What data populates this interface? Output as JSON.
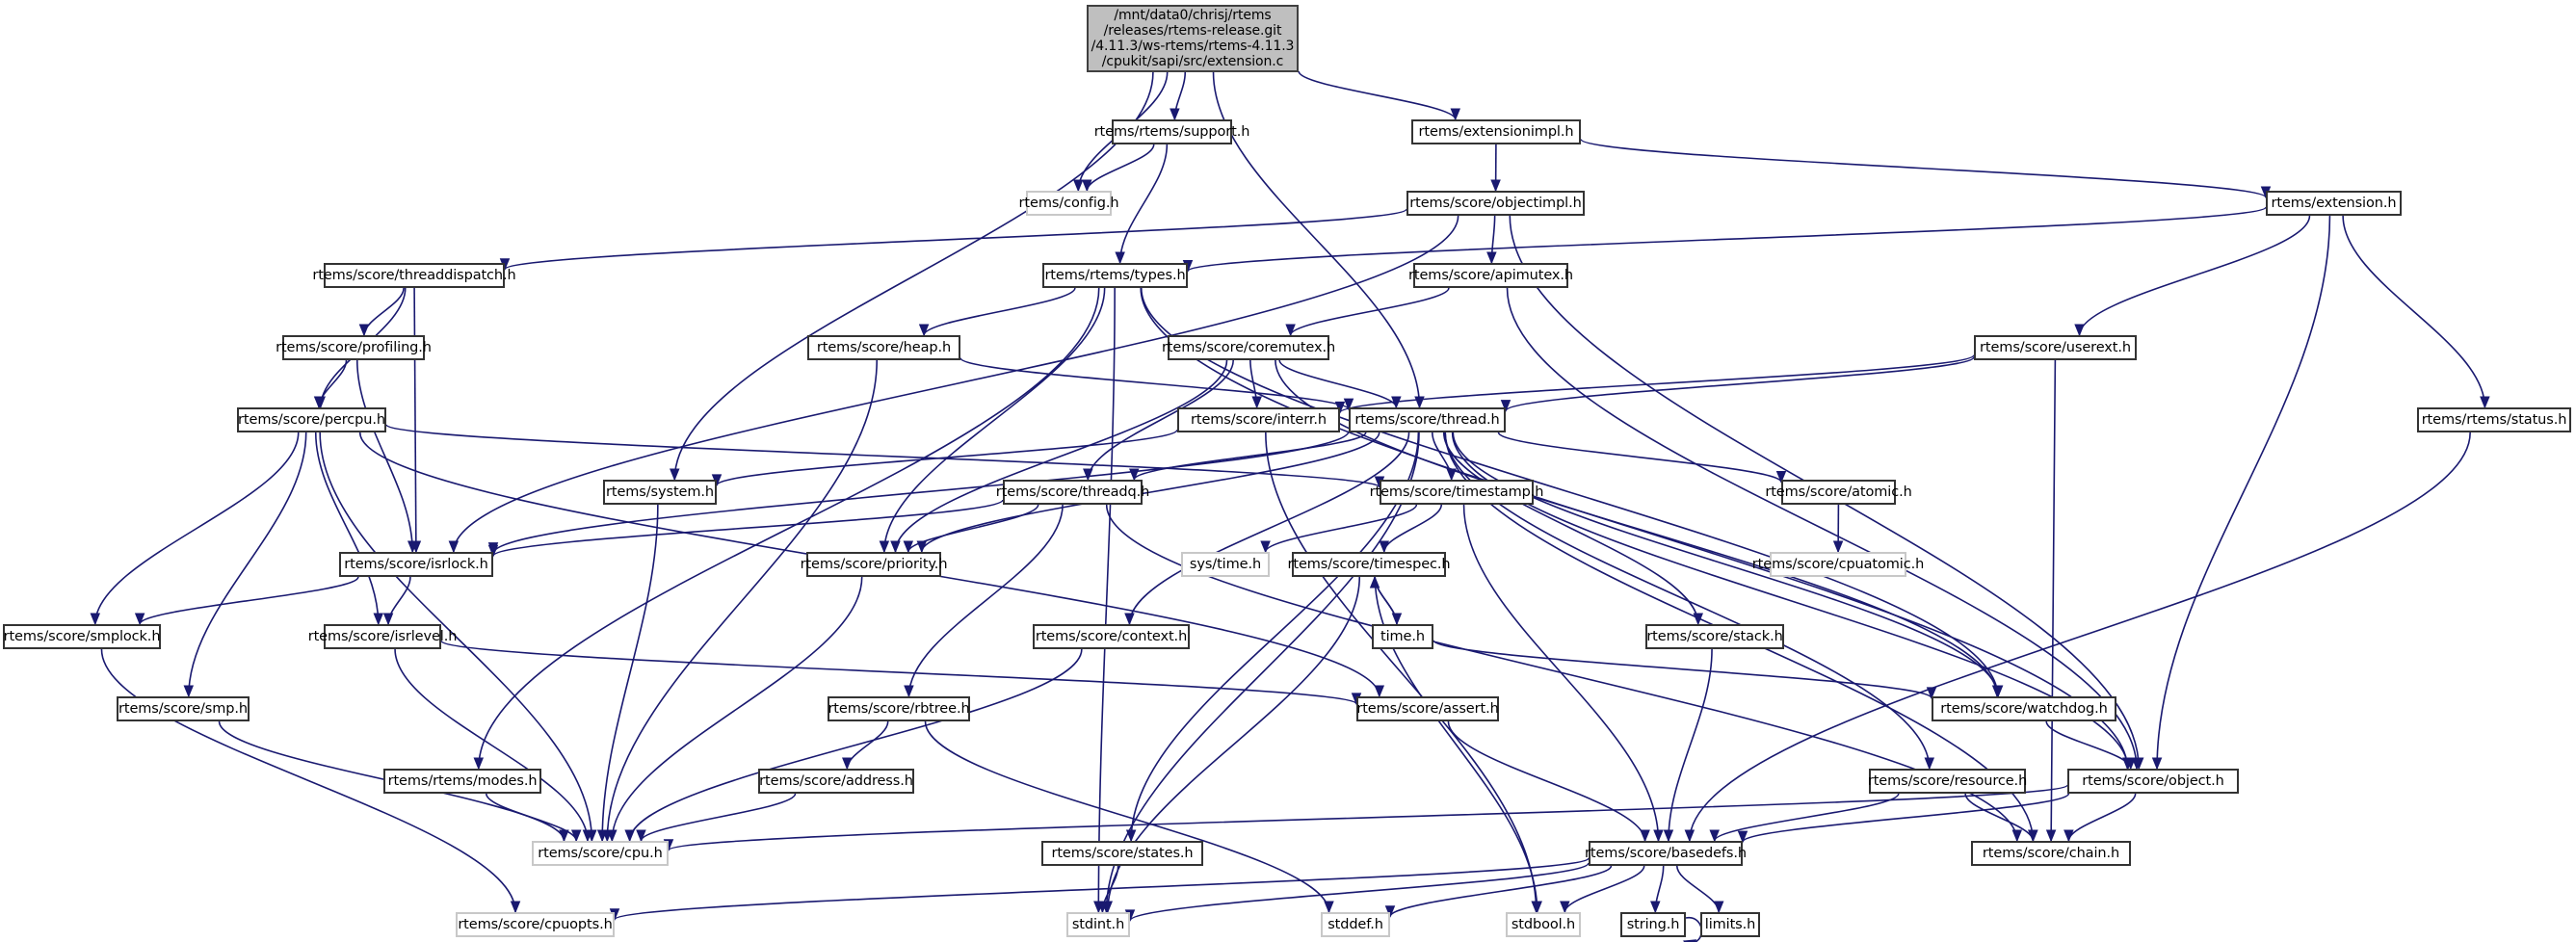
{
  "diagram": {
    "type": "include-dependency-graph",
    "root": {
      "id": "root",
      "lines": [
        "/mnt/data0/chrisj/rtems",
        "/releases/rtems-release.git",
        "/4.11.3/ws-rtems/rtems-4.11.3",
        "/cpukit/sapi/src/extension.c"
      ]
    },
    "colors": {
      "edge": "#191970",
      "root_fill": "#bfbfbf",
      "node_border": "#333333",
      "external_border": "#c8c8c8"
    },
    "nodes": [
      {
        "id": "support",
        "label": "rtems/rtems/support.h",
        "external": false
      },
      {
        "id": "extensionimpl",
        "label": "rtems/extensionimpl.h",
        "external": false
      },
      {
        "id": "config",
        "label": "rtems/config.h",
        "external": true
      },
      {
        "id": "objectimpl",
        "label": "rtems/score/objectimpl.h",
        "external": false
      },
      {
        "id": "extension",
        "label": "rtems/extension.h",
        "external": false
      },
      {
        "id": "threaddispatch",
        "label": "rtems/score/threaddispatch.h",
        "external": false
      },
      {
        "id": "types",
        "label": "rtems/rtems/types.h",
        "external": false
      },
      {
        "id": "apimutex",
        "label": "rtems/score/apimutex.h",
        "external": false
      },
      {
        "id": "profiling",
        "label": "rtems/score/profiling.h",
        "external": false
      },
      {
        "id": "heap",
        "label": "rtems/score/heap.h",
        "external": false
      },
      {
        "id": "coremutex",
        "label": "rtems/score/coremutex.h",
        "external": false
      },
      {
        "id": "userext",
        "label": "rtems/score/userext.h",
        "external": false
      },
      {
        "id": "percpu",
        "label": "rtems/score/percpu.h",
        "external": false
      },
      {
        "id": "interr",
        "label": "rtems/score/interr.h",
        "external": false
      },
      {
        "id": "thread",
        "label": "rtems/score/thread.h",
        "external": false
      },
      {
        "id": "status",
        "label": "rtems/rtems/status.h",
        "external": false
      },
      {
        "id": "system",
        "label": "rtems/system.h",
        "external": false
      },
      {
        "id": "threadq",
        "label": "rtems/score/threadq.h",
        "external": false
      },
      {
        "id": "timestamp",
        "label": "rtems/score/timestamp.h",
        "external": false
      },
      {
        "id": "atomic",
        "label": "rtems/score/atomic.h",
        "external": false
      },
      {
        "id": "isrlock",
        "label": "rtems/score/isrlock.h",
        "external": false
      },
      {
        "id": "priority",
        "label": "rtems/score/priority.h",
        "external": false
      },
      {
        "id": "systime",
        "label": "sys/time.h",
        "external": true
      },
      {
        "id": "timespec",
        "label": "rtems/score/timespec.h",
        "external": false
      },
      {
        "id": "cpuatomic",
        "label": "rtems/score/cpuatomic.h",
        "external": true
      },
      {
        "id": "smplock",
        "label": "rtems/score/smplock.h",
        "external": false
      },
      {
        "id": "isrlevel",
        "label": "rtems/score/isrlevel.h",
        "external": false
      },
      {
        "id": "context",
        "label": "rtems/score/context.h",
        "external": false
      },
      {
        "id": "timeh",
        "label": "time.h",
        "external": false
      },
      {
        "id": "stack",
        "label": "rtems/score/stack.h",
        "external": false
      },
      {
        "id": "smp",
        "label": "rtems/score/smp.h",
        "external": false
      },
      {
        "id": "rbtree",
        "label": "rtems/score/rbtree.h",
        "external": false
      },
      {
        "id": "assert",
        "label": "rtems/score/assert.h",
        "external": false
      },
      {
        "id": "watchdog",
        "label": "rtems/score/watchdog.h",
        "external": false
      },
      {
        "id": "modes",
        "label": "rtems/rtems/modes.h",
        "external": false
      },
      {
        "id": "address",
        "label": "rtems/score/address.h",
        "external": false
      },
      {
        "id": "resource",
        "label": "rtems/score/resource.h",
        "external": false
      },
      {
        "id": "object",
        "label": "rtems/score/object.h",
        "external": false
      },
      {
        "id": "cpu",
        "label": "rtems/score/cpu.h",
        "external": true
      },
      {
        "id": "states",
        "label": "rtems/score/states.h",
        "external": false
      },
      {
        "id": "basedefs",
        "label": "rtems/score/basedefs.h",
        "external": false
      },
      {
        "id": "chain",
        "label": "rtems/score/chain.h",
        "external": false
      },
      {
        "id": "cpuopts",
        "label": "rtems/score/cpuopts.h",
        "external": true
      },
      {
        "id": "stdint",
        "label": "stdint.h",
        "external": true
      },
      {
        "id": "stddef",
        "label": "stddef.h",
        "external": true
      },
      {
        "id": "stdbool",
        "label": "stdbool.h",
        "external": true
      },
      {
        "id": "string",
        "label": "string.h",
        "external": false
      },
      {
        "id": "limits",
        "label": "limits.h",
        "external": false
      }
    ],
    "edges": [
      [
        "root",
        "config"
      ],
      [
        "root",
        "support"
      ],
      [
        "root",
        "extensionimpl"
      ],
      [
        "root",
        "system"
      ],
      [
        "root",
        "thread"
      ],
      [
        "support",
        "config"
      ],
      [
        "support",
        "types"
      ],
      [
        "extensionimpl",
        "objectimpl"
      ],
      [
        "extensionimpl",
        "extension"
      ],
      [
        "objectimpl",
        "threaddispatch"
      ],
      [
        "objectimpl",
        "apimutex"
      ],
      [
        "objectimpl",
        "isrlock"
      ],
      [
        "objectimpl",
        "object"
      ],
      [
        "extension",
        "types"
      ],
      [
        "extension",
        "userext"
      ],
      [
        "extension",
        "status"
      ],
      [
        "extension",
        "object"
      ],
      [
        "threaddispatch",
        "profiling"
      ],
      [
        "threaddispatch",
        "percpu"
      ],
      [
        "threaddispatch",
        "isrlock"
      ],
      [
        "profiling",
        "percpu"
      ],
      [
        "profiling",
        "isrlock"
      ],
      [
        "types",
        "heap"
      ],
      [
        "types",
        "priority"
      ],
      [
        "types",
        "modes"
      ],
      [
        "types",
        "stdint"
      ],
      [
        "types",
        "watchdog"
      ],
      [
        "types",
        "object"
      ],
      [
        "apimutex",
        "coremutex"
      ],
      [
        "apimutex",
        "object"
      ],
      [
        "heap",
        "thread"
      ],
      [
        "heap",
        "cpu"
      ],
      [
        "coremutex",
        "interr"
      ],
      [
        "coremutex",
        "thread"
      ],
      [
        "coremutex",
        "threadq"
      ],
      [
        "coremutex",
        "priority"
      ],
      [
        "coremutex",
        "watchdog"
      ],
      [
        "userext",
        "thread"
      ],
      [
        "userext",
        "interr"
      ],
      [
        "userext",
        "chain"
      ],
      [
        "percpu",
        "smplock"
      ],
      [
        "percpu",
        "isrlevel"
      ],
      [
        "percpu",
        "smp"
      ],
      [
        "percpu",
        "cpu"
      ],
      [
        "percpu",
        "timestamp"
      ],
      [
        "percpu",
        "assert"
      ],
      [
        "interr",
        "system"
      ],
      [
        "interr",
        "stdbool"
      ],
      [
        "thread",
        "threadq"
      ],
      [
        "thread",
        "timestamp"
      ],
      [
        "thread",
        "atomic"
      ],
      [
        "thread",
        "isrlock"
      ],
      [
        "thread",
        "priority"
      ],
      [
        "thread",
        "context"
      ],
      [
        "thread",
        "stack"
      ],
      [
        "thread",
        "states"
      ],
      [
        "thread",
        "resource"
      ],
      [
        "thread",
        "watchdog"
      ],
      [
        "thread",
        "object"
      ],
      [
        "thread",
        "stdint"
      ],
      [
        "thread",
        "chain"
      ],
      [
        "status",
        "basedefs"
      ],
      [
        "system",
        "cpu"
      ],
      [
        "threadq",
        "priority"
      ],
      [
        "threadq",
        "rbtree"
      ],
      [
        "threadq",
        "isrlock"
      ],
      [
        "threadq",
        "chain"
      ],
      [
        "timestamp",
        "systime"
      ],
      [
        "timestamp",
        "timespec"
      ],
      [
        "timestamp",
        "basedefs"
      ],
      [
        "atomic",
        "cpuatomic"
      ],
      [
        "isrlock",
        "smplock"
      ],
      [
        "isrlock",
        "isrlevel"
      ],
      [
        "priority",
        "cpu"
      ],
      [
        "timespec",
        "timeh"
      ],
      [
        "timespec",
        "stdint"
      ],
      [
        "timespec",
        "stdbool"
      ],
      [
        "timeh",
        "timespec"
      ],
      [
        "timeh",
        "watchdog"
      ],
      [
        "smplock",
        "cpuopts"
      ],
      [
        "isrlevel",
        "cpu"
      ],
      [
        "isrlevel",
        "assert"
      ],
      [
        "context",
        "cpu"
      ],
      [
        "stack",
        "basedefs"
      ],
      [
        "smp",
        "cpu"
      ],
      [
        "rbtree",
        "address"
      ],
      [
        "rbtree",
        "stddef"
      ],
      [
        "assert",
        "basedefs"
      ],
      [
        "watchdog",
        "object"
      ],
      [
        "modes",
        "cpu"
      ],
      [
        "address",
        "cpu"
      ],
      [
        "resource",
        "basedefs"
      ],
      [
        "resource",
        "chain"
      ],
      [
        "object",
        "basedefs"
      ],
      [
        "object",
        "chain"
      ],
      [
        "object",
        "cpu"
      ],
      [
        "states",
        "stdint"
      ],
      [
        "basedefs",
        "stdint"
      ],
      [
        "basedefs",
        "stddef"
      ],
      [
        "basedefs",
        "stdbool"
      ],
      [
        "basedefs",
        "string"
      ],
      [
        "basedefs",
        "limits"
      ],
      [
        "basedefs",
        "cpuopts"
      ],
      [
        "string",
        "string"
      ]
    ]
  }
}
